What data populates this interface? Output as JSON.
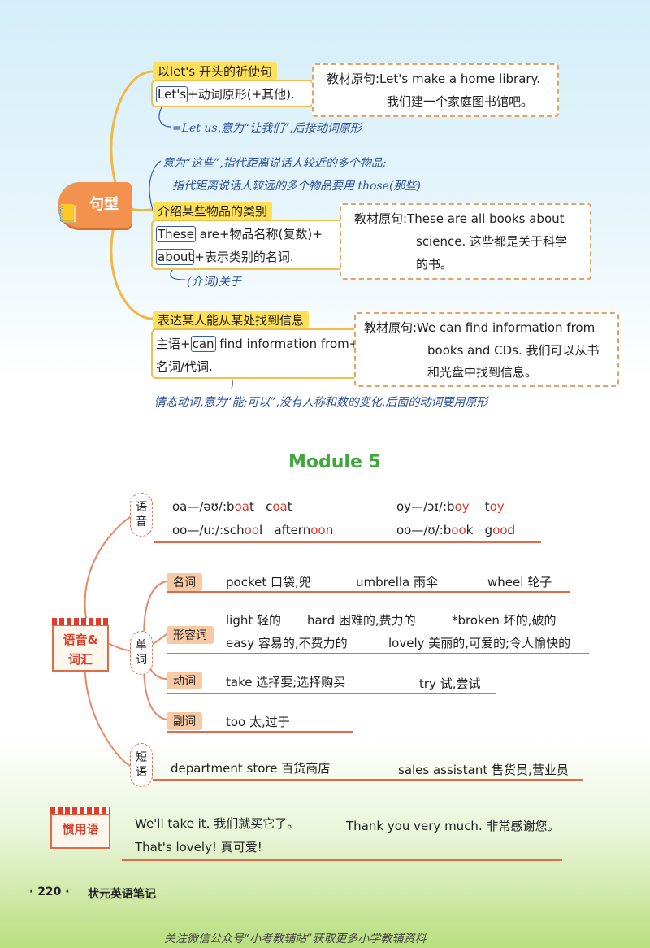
{
  "sentence_section": {
    "badge": "句型",
    "p1": {
      "header": "以let's 开头的祈使句",
      "kw": "Let's",
      "rule": "+动词原形(+其他).",
      "ex1": "教材原句:Let's make a home library.",
      "ex2": "我们建一个家庭图书馆吧。",
      "note": "=Let us,意为“让我们”,后接动词原形"
    },
    "p2": {
      "note1": "意为“这些”,指代距离说话人较近的多个物品;",
      "note2": "指代距离说话人较远的多个物品要用 those(那些)",
      "header": "介绍某些物品的类别",
      "kw1": "These",
      "rule1": " are+物品名称(复数)+",
      "kw2": "about",
      "rule2": "+表示类别的名词.",
      "note3": "(介词)关于",
      "ex1": "教材原句:These are all books about",
      "ex2": "science. 这些都是关于科学",
      "ex3": "的书。"
    },
    "p3": {
      "header": "表达某人能从某处找到信息",
      "pre": "主语+",
      "kw": "can",
      "rule1": " find information from+",
      "rule2": "名词/代词.",
      "ex1": "教材原句:We can find information from",
      "ex2": "books and CDs. 我们可以从书",
      "ex3": "和光盘中找到信息。",
      "note": "情态动词,意为“能;可以”,没有人称和数的变化,后面的动词要用原形"
    }
  },
  "module_title": "Module 5",
  "vocab_section": {
    "badge1": "语音&",
    "badge2": "词汇",
    "phonics_label": "语音",
    "phonics": {
      "r1a": "oa—/əʊ/:",
      "r1b": "coat",
      "r1c": "oy—/ɔɪ/:",
      "r1d": "toy",
      "r2a": "oo—/uː/:",
      "r2c": "oo—/ʊ/:"
    },
    "words_label": "单词",
    "nouns_label": "名词",
    "nouns": {
      "w1": "pocket",
      "m1": "口袋,兜",
      "w2": "umbrella",
      "m2": "雨伞",
      "w3": "wheel",
      "m3": "轮子"
    },
    "adj_label": "形容词",
    "adj": {
      "w1": "light",
      "m1": "轻的",
      "w2": "hard",
      "m2": "困难的,费力的",
      "w3": "*broken",
      "m3": "坏的,破的",
      "w4": "easy",
      "m4": "容易的,不费力的",
      "w5": "lovely",
      "m5": "美丽的,可爱的;令人愉快的"
    },
    "verbs_label": "动词",
    "verbs": {
      "w1": "take",
      "m1": "选择要;选择购买",
      "w2": "try",
      "m2": "试,尝试"
    },
    "adv_label": "副词",
    "adv": {
      "w1": "too",
      "m1": "太,过于"
    },
    "phrase_label": "短语",
    "phrases": {
      "p1": "department store",
      "m1": "百货商店",
      "p2": "sales assistant",
      "m2": "售货员,营业员"
    }
  },
  "idiom_section": {
    "badge": "惯用语",
    "s1": "We'll take it. 我们就买它了。",
    "s2": "Thank you very much. 非常感谢您。",
    "s3": "That's lovely! 真可爱!"
  },
  "footer": {
    "page": "· 220 ·",
    "book": "状元英语笔记",
    "watermark": "关注微信公众号“小考教辅站”获取更多小学教辅资料"
  },
  "colors": {
    "title_green": "#3ea83b",
    "accent_orange": "#e06b47",
    "note_blue": "#2c4f9b",
    "highlight_red": "#e03a2c"
  }
}
